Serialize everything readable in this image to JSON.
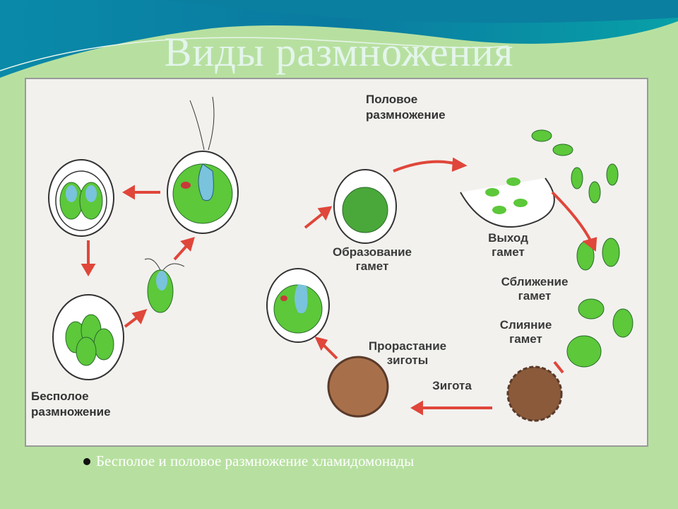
{
  "slide": {
    "title": "Виды размножения",
    "caption": "Бесполое и половое размножение хламидомонады"
  },
  "diagram": {
    "sexual_header": "Половое\nразмножение",
    "asexual_header": "Бесполое\nразмножение",
    "labels": {
      "gamete_formation": "Образование\nгамет",
      "gamete_release": "Выход\nгамет",
      "gamete_approach": "Сближение\nгамет",
      "gamete_fusion": "Слияние\nгамет",
      "zygote_germination": "Прорастание\nзиготы",
      "zygote": "Зигота"
    },
    "colors": {
      "cell": "#5cc83a",
      "nucleus": "#79c3dc",
      "arrow": "#e0463a",
      "zygote": "#8a5a3a"
    }
  }
}
